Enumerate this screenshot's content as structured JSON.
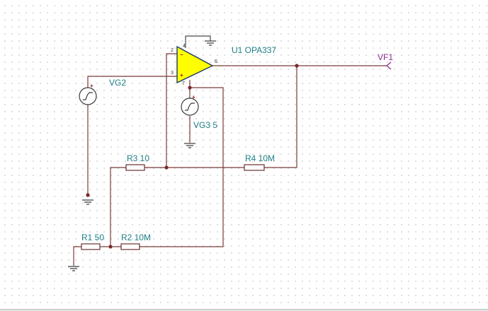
{
  "components": {
    "opamp": {
      "ref": "U1",
      "value": "OPA337",
      "pins": {
        "inv": "2",
        "noninv": "3",
        "out": "6",
        "vneg": "4",
        "vpos": "7"
      }
    },
    "sources": [
      {
        "ref": "VG2",
        "value": ""
      },
      {
        "ref": "VG3",
        "value": "5"
      }
    ],
    "resistors": [
      {
        "ref": "R1",
        "value": "50"
      },
      {
        "ref": "R2",
        "value": "10M"
      },
      {
        "ref": "R3",
        "value": "10"
      },
      {
        "ref": "R4",
        "value": "10M"
      }
    ],
    "output": {
      "ref": "VF1"
    }
  },
  "labels": {
    "u1": "U1 OPA337",
    "vg2": "VG2",
    "vg3": "VG3 5",
    "r1": "R1 50",
    "r2": "R2 10M",
    "r3": "R3 10",
    "r4": "R4 10M",
    "vf1": "VF1"
  },
  "colors": {
    "opamp_fill": "#ffff00",
    "label_text": "#1e7f87",
    "output_label": "#8a2b8a",
    "wire": "#7a3b3b"
  }
}
